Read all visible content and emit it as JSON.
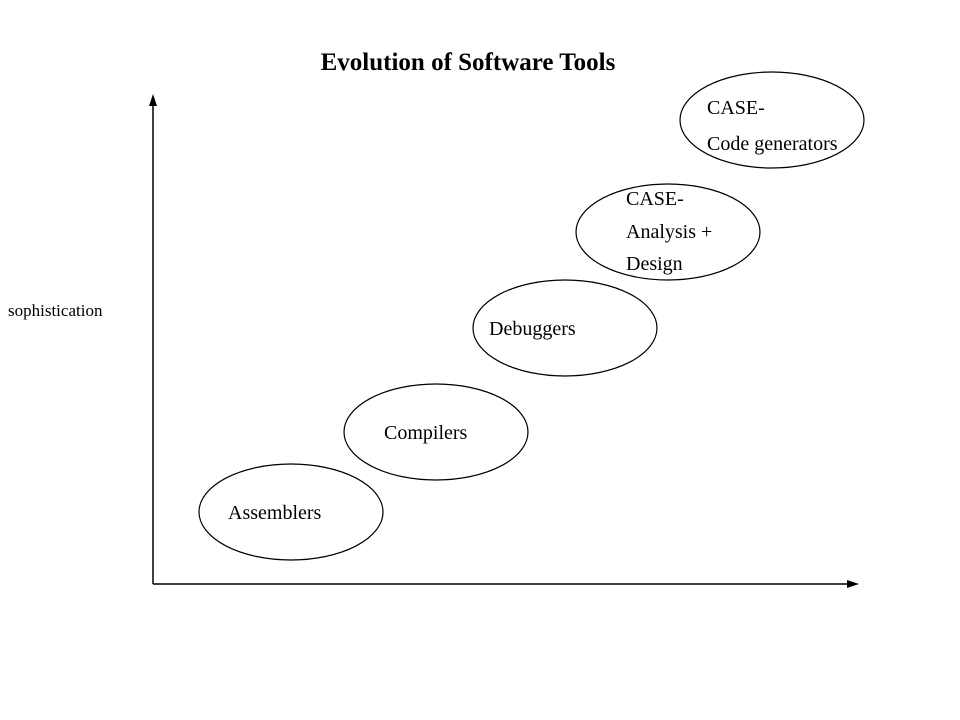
{
  "title": "Evolution of Software Tools",
  "y_axis_label": "sophistication",
  "stages": [
    {
      "name": "assemblers",
      "lines": [
        "Assemblers"
      ]
    },
    {
      "name": "compilers",
      "lines": [
        "Compilers"
      ]
    },
    {
      "name": "debuggers",
      "lines": [
        "Debuggers"
      ]
    },
    {
      "name": "case-analysis-design",
      "lines": [
        "CASE-",
        "Analysis +",
        "Design"
      ]
    },
    {
      "name": "case-code-generators",
      "lines": [
        "CASE-",
        "Code generators"
      ]
    }
  ],
  "colors": {
    "stroke": "#000000",
    "fill": "#ffffff",
    "text": "#000000"
  }
}
